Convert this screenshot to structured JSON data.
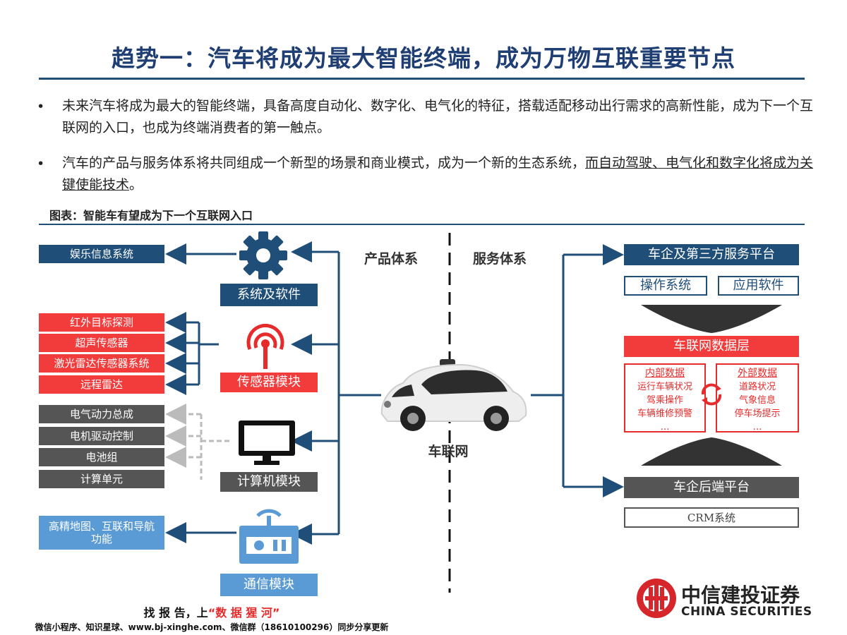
{
  "title": "趋势一：汽车将成为最大智能终端，成为万物互联重要节点",
  "bullets": [
    {
      "marker": "•",
      "text": "未来汽车将成为最大的智能终端，具备高度自动化、数字化、电气化的特征，搭载适配移动出行需求的高新性能，成为下一个互联网的入口，也成为终端消费者的第一触点。"
    },
    {
      "marker": "•",
      "text_plain": "汽车的产品与服务体系将共同组成一个新型的场景和商业模式，成为一个新的生态系统，",
      "text_underlined": "而自动驾驶、电气化和数字化将成为关键使能技术",
      "text_end": "。"
    }
  ],
  "figure_label": "图表：智能车有望成为下一个互联网入口",
  "diagram": {
    "left_items": {
      "system": [
        "娱乐信息系统"
      ],
      "sensor": [
        "红外目标探测",
        "超声传感器",
        "激光雷达传感器系统",
        "远程雷达"
      ],
      "computer": [
        "电气动力总成",
        "电机驱动控制",
        "电池组",
        "计算单元"
      ],
      "comm": [
        "高精地图、互联和导航功能"
      ]
    },
    "modules": {
      "system": "系统及软件",
      "sensor": "传感器模块",
      "computer": "计算机模块",
      "comm": "通信模块"
    },
    "section_product": "产品体系",
    "section_service": "服务体系",
    "center_label": "车联网",
    "right": {
      "platform": "车企及第三方服务平台",
      "os": "操作系统",
      "app": "应用软件",
      "data_layer": "车联网数据层",
      "internal": {
        "title": "内部数据",
        "items": [
          "运行车辆状况",
          "驾乘操作",
          "车辆维修预警",
          "…"
        ]
      },
      "external": {
        "title": "外部数据",
        "items": [
          "道路状况",
          "气象信息",
          "停车场提示",
          "…"
        ]
      },
      "backend": "车企后端平台",
      "crm": "CRM系统"
    },
    "colors": {
      "navy": "#1f4e79",
      "red": "#f23c3c",
      "gray": "#555555",
      "light_blue": "#5b9bd5"
    }
  },
  "footer": {
    "line1_prefix": "找 报 告，上",
    "line1_highlight": "“数 据 猩 河”",
    "line2": "微信小程序、知识星球、www.bj-xinghe.com、微信群（18610100296）同步分享更新"
  },
  "logo": {
    "cn": "中信建投证券",
    "en": "CHINA SECURITIES"
  }
}
